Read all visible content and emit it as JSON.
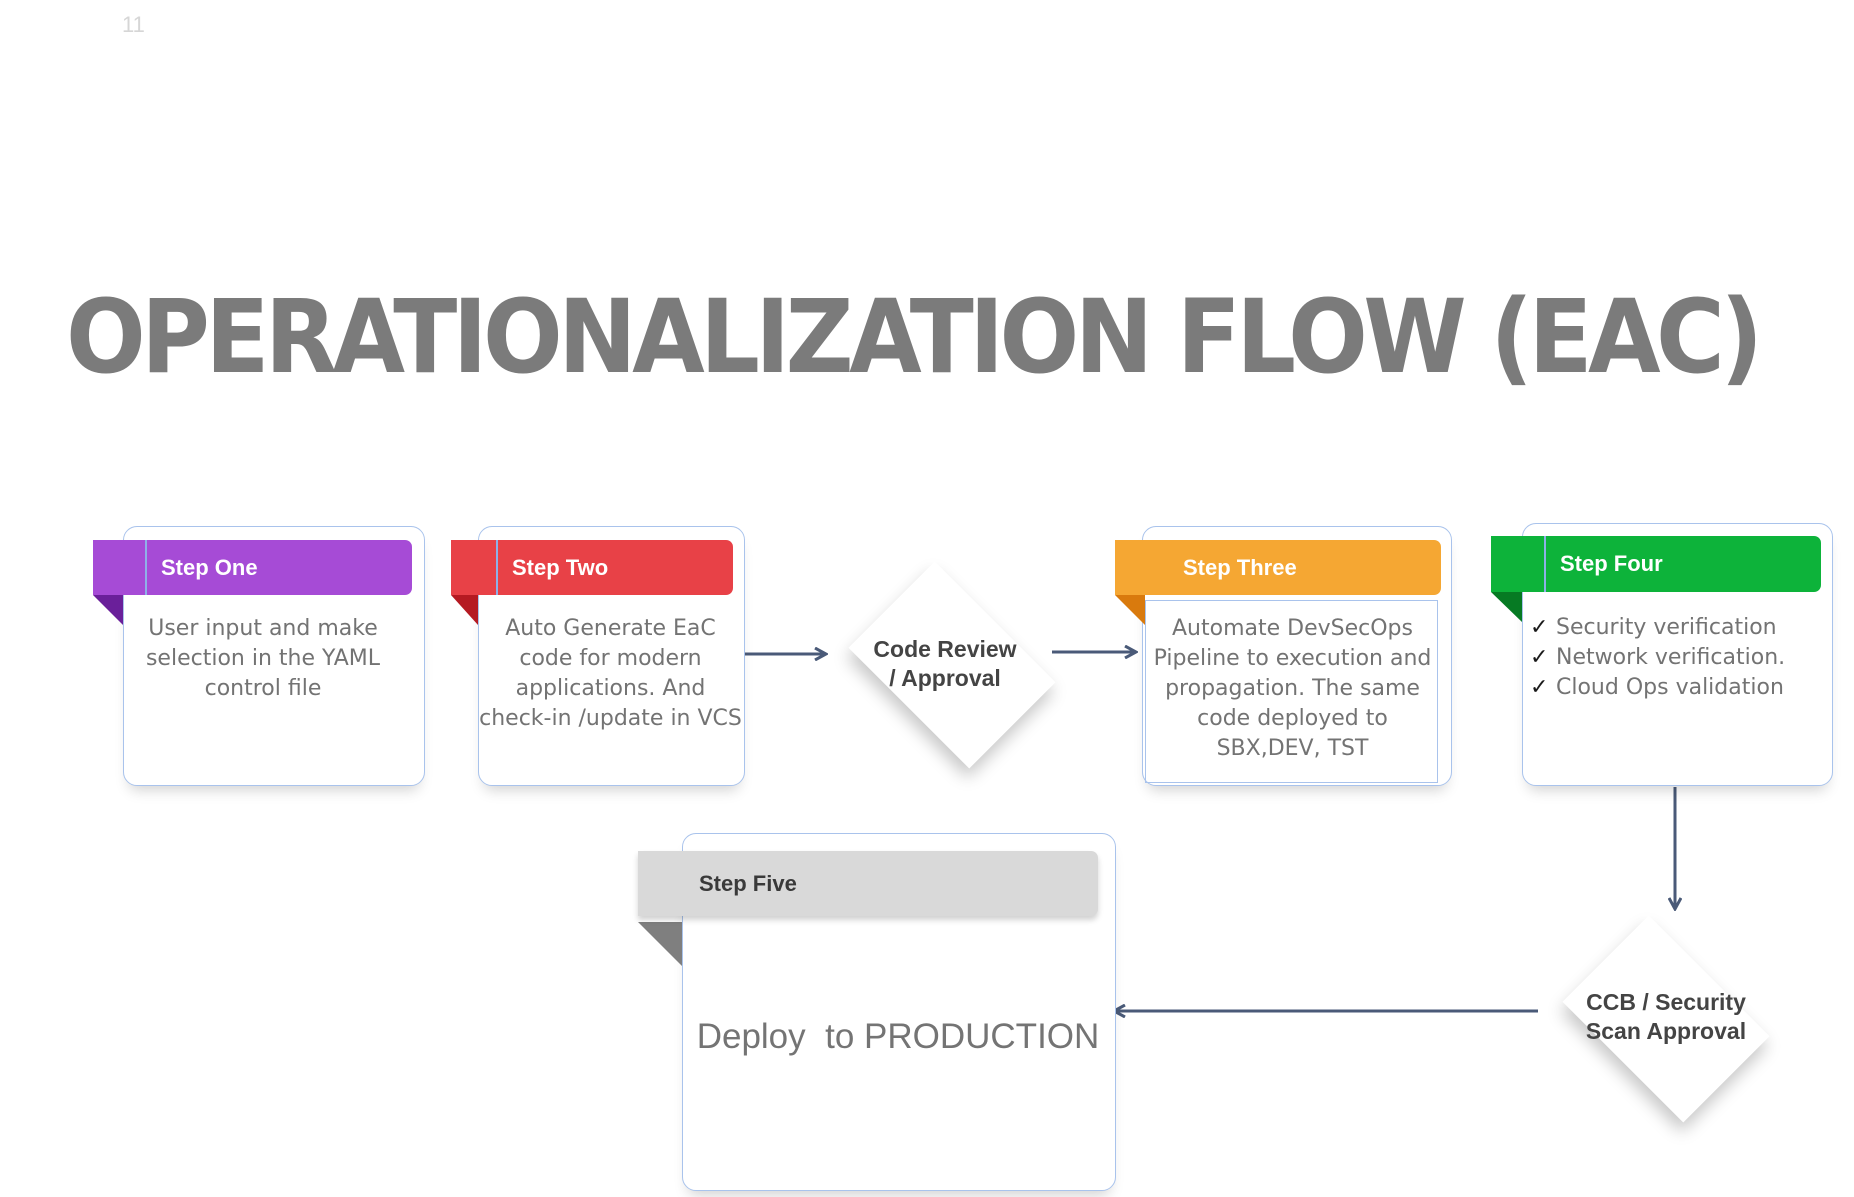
{
  "slide_number": "11",
  "title": "OPERATIONALIZATION FLOW (EAC)",
  "colors": {
    "step_one": "#a64bd6",
    "step_one_dark": "#6a1f9a",
    "step_two": "#e84147",
    "step_two_dark": "#b51a22",
    "step_three": "#f5a733",
    "step_three_dark": "#d97a0d",
    "step_four": "#0db33a",
    "step_four_dark": "#067a23",
    "step_five": "#d9d9d9",
    "step_five_dark": "#7f7f7f",
    "arrow": "#4a5a78"
  },
  "steps": {
    "one": {
      "label": "Step One",
      "text": "User input and make selection in the YAML control file"
    },
    "two": {
      "label": "Step Two",
      "text": "Auto Generate EaC code for modern applications. And check-in /update in VCS"
    },
    "three": {
      "label": "Step Three",
      "text": "Automate DevSecOps Pipeline to execution and propagation. The same code deployed to SBX,DEV, TST"
    },
    "four": {
      "label": "Step Four",
      "items": [
        "Security verification",
        "Network verification.",
        "Cloud Ops validation"
      ]
    },
    "five": {
      "label": "Step Five",
      "text": "Deploy  to PRODUCTION"
    }
  },
  "decisions": {
    "code_review": {
      "line1": "Code Review",
      "line2": "/ Approval"
    },
    "ccb": {
      "line1": "CCB / Security",
      "line2": "Scan Approval"
    }
  }
}
